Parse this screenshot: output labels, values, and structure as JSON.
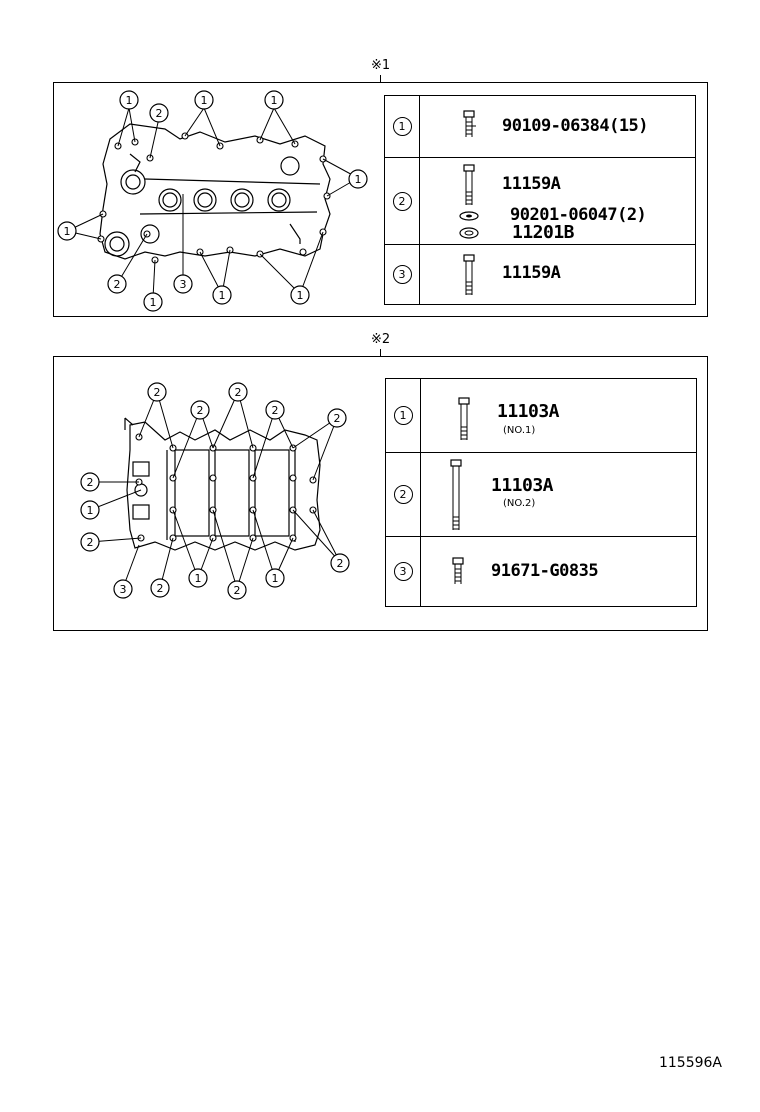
{
  "panel1": {
    "mark": "※1",
    "callouts": {
      "one": "1",
      "two": "2",
      "three": "3"
    },
    "rows": [
      {
        "num": "1",
        "parts": [
          "90109-06384(15)"
        ]
      },
      {
        "num": "2",
        "parts": [
          "11159A",
          "90201-06047(2)",
          "11201B"
        ]
      },
      {
        "num": "3",
        "parts": [
          "11159A"
        ]
      }
    ]
  },
  "panel2": {
    "mark": "※2",
    "rows": [
      {
        "num": "1",
        "parts": [
          "11103A"
        ],
        "note": "(NO.1)"
      },
      {
        "num": "2",
        "parts": [
          "11103A"
        ],
        "note": "(NO.2)"
      },
      {
        "num": "3",
        "parts": [
          "91671-G0835"
        ]
      }
    ]
  },
  "footer": {
    "code": "115596A"
  }
}
